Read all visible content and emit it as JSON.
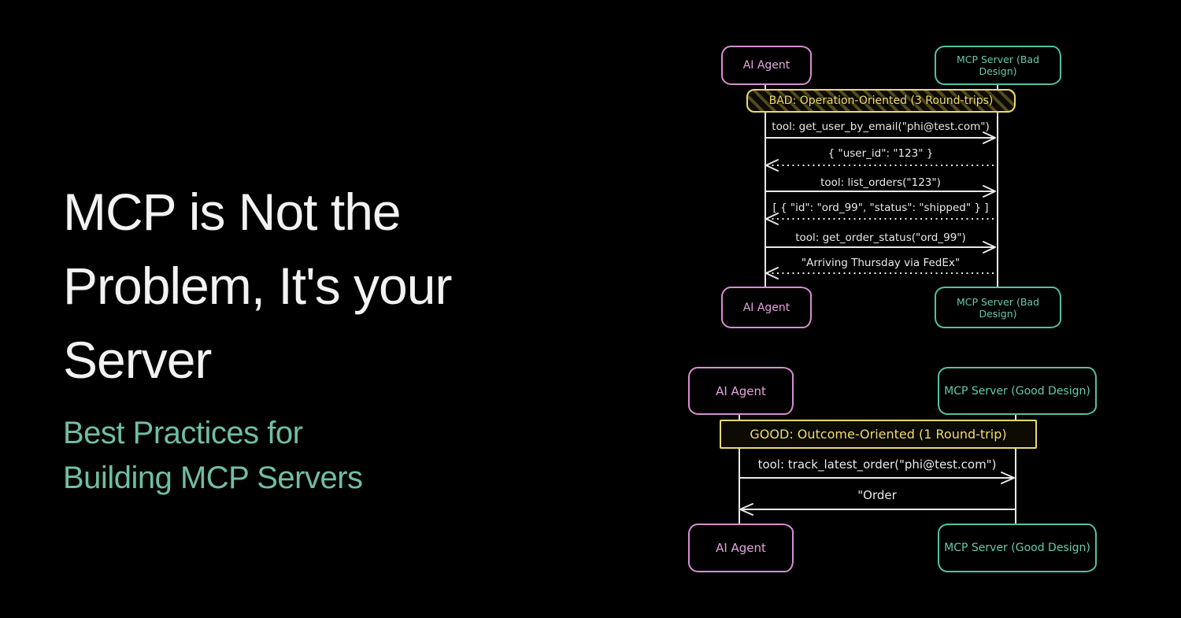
{
  "hero": {
    "title_lines": [
      "MCP is Not the",
      "Problem, It's your",
      "Server"
    ],
    "subtitle_lines": [
      "Best Practices for",
      "Building MCP Servers"
    ],
    "title_color": "#f2f2f2",
    "subtitle_color": "#6fbfa2"
  },
  "colors": {
    "background": "#000000",
    "agent_accent": "#d78ed2",
    "server_accent": "#55bfa4",
    "banner_accent": "#e9d873",
    "message_lines": "#e9e9e9"
  },
  "diagram_bad": {
    "agent_top": "AI Agent",
    "server_top": "MCP Server (Bad Design)",
    "agent_bottom": "AI Agent",
    "server_bottom": "MCP Server (Bad Design)",
    "banner": "BAD: Operation-Oriented (3 Round-trips)",
    "messages": [
      {
        "label": "tool: get_user_by_email(\"phi@test.com\")",
        "direction": "right",
        "line": "solid"
      },
      {
        "label": "{ \"user_id\": \"123\" }",
        "direction": "left",
        "line": "dotted"
      },
      {
        "label": "tool: list_orders(\"123\")",
        "direction": "right",
        "line": "solid"
      },
      {
        "label": "[ { \"id\": \"ord_99\", \"status\": \"shipped\" } ]",
        "direction": "left",
        "line": "dotted"
      },
      {
        "label": "tool: get_order_status(\"ord_99\")",
        "direction": "right",
        "line": "solid"
      },
      {
        "label": "\"Arriving Thursday via FedEx\"",
        "direction": "left",
        "line": "dotted"
      }
    ]
  },
  "diagram_good": {
    "agent_top": "AI Agent",
    "server_top": "MCP Server (Good Design)",
    "agent_bottom": "AI Agent",
    "server_bottom": "MCP Server (Good Design)",
    "banner": "GOOD: Outcome-Oriented (1 Round-trip)",
    "messages": [
      {
        "label": "tool: track_latest_order(\"phi@test.com\")",
        "direction": "right",
        "line": "solid"
      },
      {
        "label": "\"Order",
        "direction": "left",
        "line": "solid"
      }
    ]
  }
}
